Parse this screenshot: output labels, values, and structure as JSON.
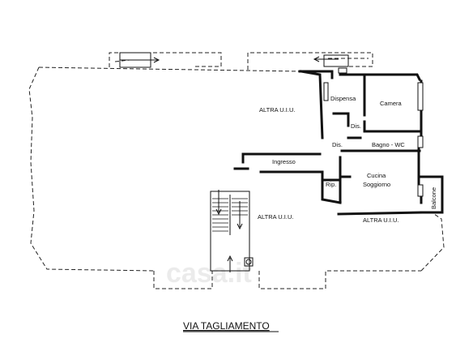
{
  "plan": {
    "rooms": {
      "altra_top": "ALTRA U.I.U.",
      "dispensa": "Dispensa",
      "camera": "Camera",
      "dis1": "Dis.",
      "dis2": "Dis.",
      "bagno": "Bagno - WC",
      "ingresso": "Ingresso",
      "cucina": "Cucina",
      "soggiorno": "Soggiorno",
      "rip": "Rip.",
      "balcone": "Balcone",
      "altra_bottom_left": "ALTRA U.I.U.",
      "altra_bottom_right": "ALTRA U.I.U."
    },
    "street": "VIA TAGLIAMENTO",
    "watermark": "casa.it"
  }
}
